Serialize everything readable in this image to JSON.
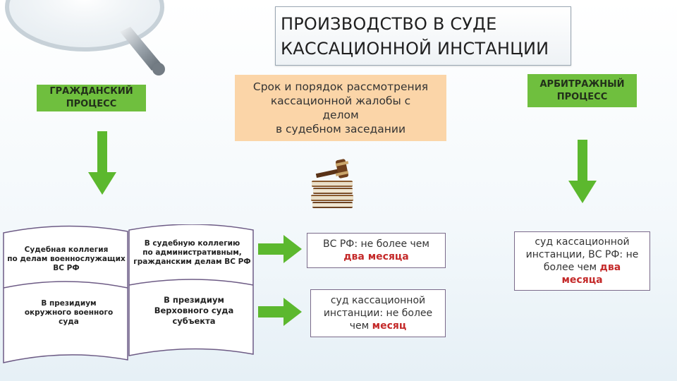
{
  "title": {
    "line1": "ПРОИЗВОДСТВО В СУДЕ",
    "line2": "КАССАЦИОННОЙ ИНСТАНЦИИ"
  },
  "left_header": {
    "line1": "ГРАЖДАНСКИЙ",
    "line2": "ПРОЦЕСС"
  },
  "right_header": {
    "line1": "АРБИТРАЖНЫЙ",
    "line2": "ПРОЦЕСС"
  },
  "center_box": {
    "line1": "Срок и порядок рассмотрения",
    "line2": "кассационной жалобы с",
    "line3": "делом",
    "line4": "в судебном заседании"
  },
  "scroll": {
    "top_left": [
      "Судебная коллегия",
      "по делам военнослужащих",
      "ВС РФ"
    ],
    "top_right": [
      "В судебную коллегию",
      "по административным,",
      "гражданским делам ВС РФ"
    ],
    "bottom_left": [
      "В президиум",
      "окружного военного",
      "суда"
    ],
    "bottom_right": [
      "В президиум",
      "Верховного суда",
      "субъекта"
    ]
  },
  "results": {
    "r1": {
      "text_before": "ВС РФ: не более чем",
      "highlight": "два месяца"
    },
    "r2": {
      "line1": "суд кассационной",
      "line2": "инстанции: не более",
      "text_before": "чем",
      "highlight": "месяц"
    },
    "r3": {
      "line1": "суд кассационной",
      "line2": "инстанции, ВС РФ: не",
      "text_before": "более чем",
      "highlight_a": "два",
      "highlight_b": "месяца"
    }
  },
  "colors": {
    "green": "#6fbf3e",
    "arrow_green": "#5cb82e",
    "orange": "#fbd5a8",
    "highlight_red": "#c42a2a"
  },
  "icons": [
    "magnifier-icon",
    "gavel-books-icon",
    "down-arrow-icon",
    "right-arrow-icon"
  ]
}
